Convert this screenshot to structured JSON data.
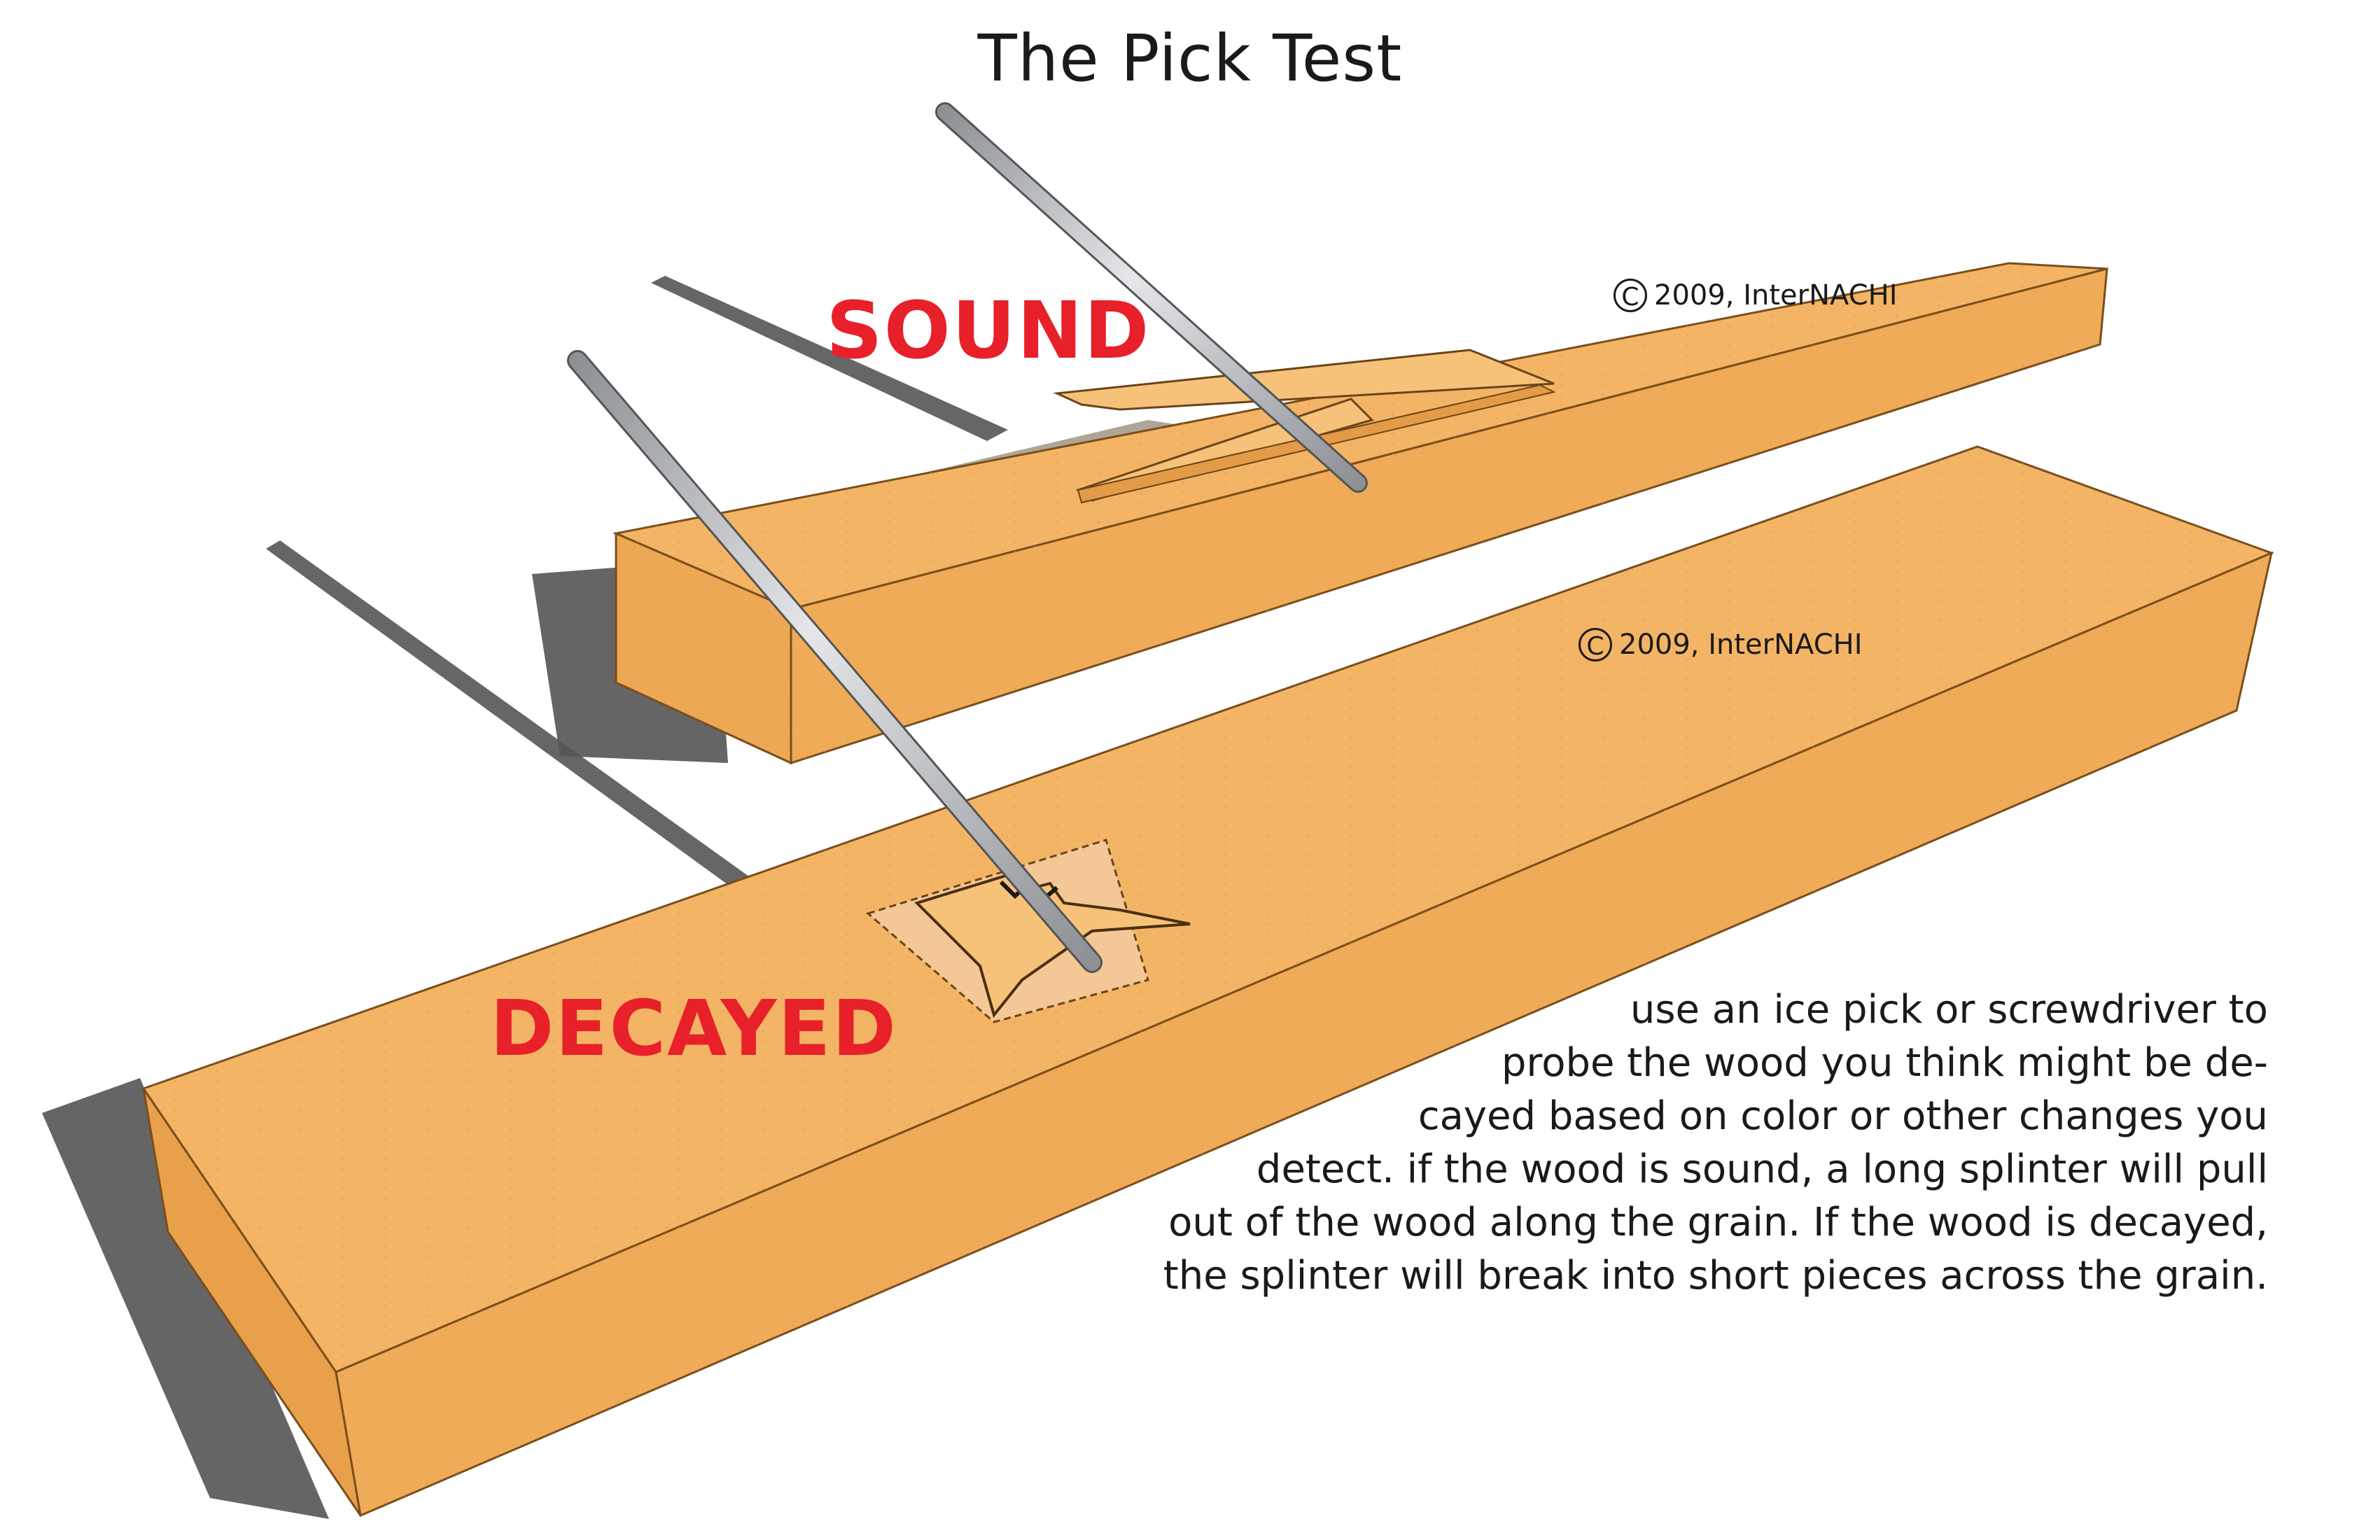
{
  "title": "The Pick Test",
  "labels": {
    "sound": "SOUND",
    "decayed": "DECAYED"
  },
  "copyright": {
    "symbol": "C",
    "top_board": "2009, InterNACHI",
    "bottom_board": "2009, InterNACHI"
  },
  "description": [
    "use an ice pick or screwdriver to",
    "probe the wood you think might be de-",
    "cayed based on color or other changes you",
    "detect. if the wood is sound, a long splinter will pull",
    "out of the wood along the grain. If the wood is decayed,",
    "the splinter will break into short pieces across the grain."
  ],
  "colors": {
    "wood_top": "#f3b565",
    "wood_side": "#eda855",
    "wood_end": "#e8a04b",
    "label_red": "#e8202a",
    "pick_metal": "#b9bcc1"
  }
}
